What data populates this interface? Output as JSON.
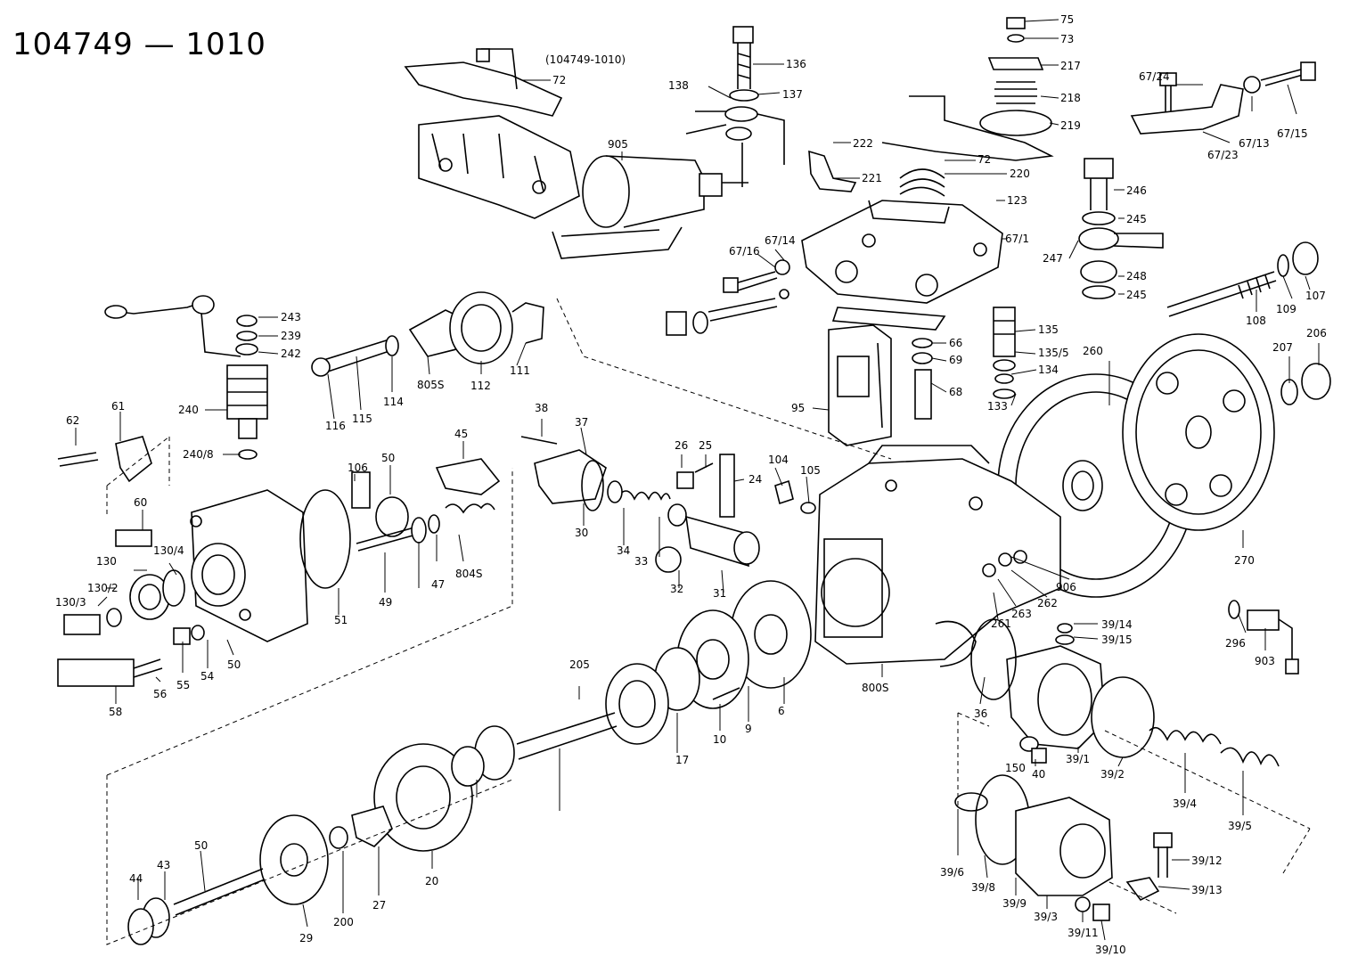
{
  "title": "104749 — 1010",
  "subnote": "(104749-1010)",
  "labels": {
    "l75": "75",
    "l73": "73",
    "l136": "136",
    "l217": "217",
    "l218": "218",
    "l219": "219",
    "l72a": "72",
    "l72b": "72",
    "l138": "138",
    "l137": "137",
    "l905": "905",
    "l222": "222",
    "l221": "221",
    "l220": "220",
    "l123": "123",
    "l67_24": "67/24",
    "l67_23": "67/23",
    "l67_13": "67/13",
    "l67_15": "67/15",
    "l246": "246",
    "l245a": "245",
    "l247": "247",
    "l248": "248",
    "l245b": "245",
    "l67_1": "67/1",
    "l67_16": "67/16",
    "l67_14": "67/14",
    "l243": "243",
    "l239": "239",
    "l242": "242",
    "l240": "240",
    "l240_8": "240/8",
    "l116": "116",
    "l115": "115",
    "l114": "114",
    "l805s": "805S",
    "l112": "112",
    "l111": "111",
    "l135": "135",
    "l135_5": "135/5",
    "l134": "134",
    "l133": "133",
    "l66": "66",
    "l69": "69",
    "l68": "68",
    "l95": "95",
    "l108": "108",
    "l109": "109",
    "l107": "107",
    "l207": "207",
    "l206": "206",
    "l260": "260",
    "l270": "270",
    "l62": "62",
    "l61": "61",
    "l45": "45",
    "l106": "106",
    "l50a": "50",
    "l60": "60",
    "l130_4": "130/4",
    "l130": "130",
    "l130_2": "130/2",
    "l130_3": "130/3",
    "l51": "51",
    "l49": "49",
    "l47": "47",
    "l804s": "804S",
    "l50b": "50",
    "l54": "54",
    "l55": "55",
    "l56": "56",
    "l58": "58",
    "l38": "38",
    "l37": "37",
    "l30": "30",
    "l34": "34",
    "l33": "33",
    "l32": "32",
    "l31": "31",
    "l26": "26",
    "l25": "25",
    "l24": "24",
    "l104": "104",
    "l105": "105",
    "l906": "906",
    "l262": "262",
    "l263": "263",
    "l261": "261",
    "l39_14": "39/14",
    "l39_15": "39/15",
    "l296": "296",
    "l903": "903",
    "l800s": "800S",
    "l36": "36",
    "l205": "205",
    "l17": "17",
    "l10": "10",
    "l9": "9",
    "l6": "6",
    "l150": "150",
    "l40": "40",
    "l39_1": "39/1",
    "l39_2": "39/2",
    "l39_4": "39/4",
    "l39_5": "39/5",
    "l39_6": "39/6",
    "l39_8": "39/8",
    "l39_9": "39/9",
    "l39_3": "39/3",
    "l39_11": "39/11",
    "l39_10": "39/10",
    "l39_12": "39/12",
    "l39_13": "39/13",
    "l44": "44",
    "l43": "43",
    "l50c": "50",
    "l29": "29",
    "l200": "200",
    "l27": "27",
    "l20": "20"
  }
}
